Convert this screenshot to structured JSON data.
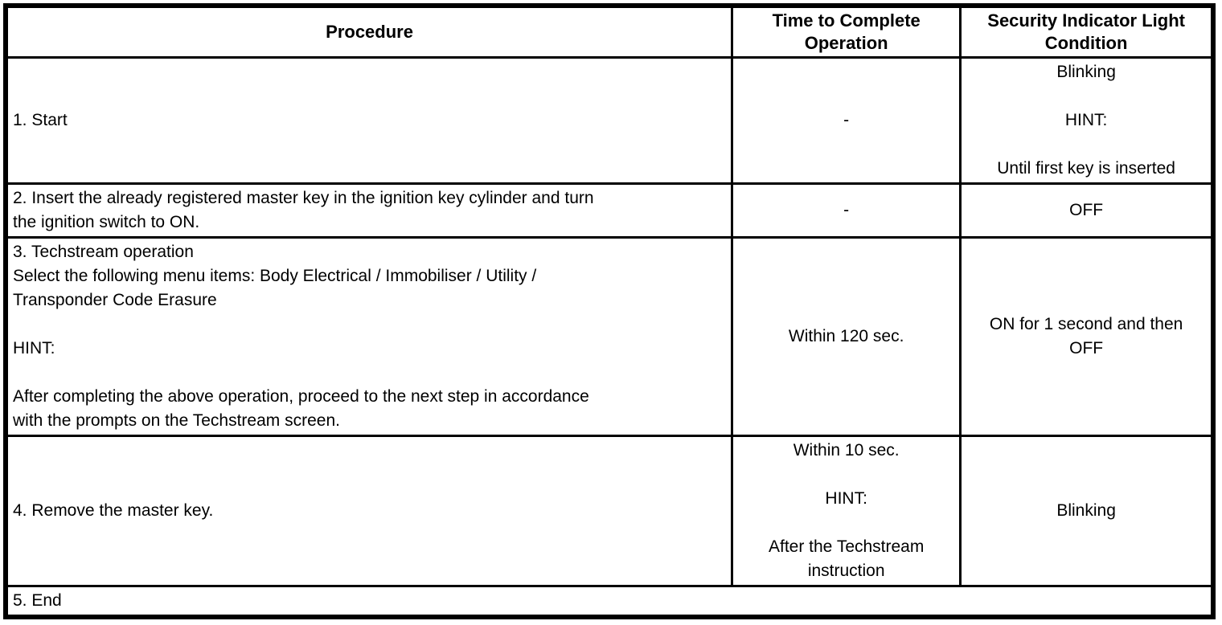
{
  "table": {
    "columns": [
      {
        "label": "Procedure"
      },
      {
        "label": "Time to Complete\nOperation"
      },
      {
        "label": "Security Indicator Light\nCondition"
      }
    ],
    "rows": [
      {
        "procedure": "1. Start",
        "time": "-",
        "light": "Blinking\n\nHINT:\n\nUntil first key is inserted"
      },
      {
        "procedure": "2. Insert the already registered master key in the ignition key cylinder and turn\nthe ignition switch to ON.",
        "time": "-",
        "light": "OFF"
      },
      {
        "procedure": "3. Techstream operation\nSelect the following menu items: Body Electrical / Immobiliser / Utility /\nTransponder Code Erasure\n\nHINT:\n\nAfter completing the above operation, proceed to the next step in accordance\nwith the prompts on the Techstream screen.",
        "time": "Within 120 sec.",
        "light": "ON for 1 second and then\nOFF"
      },
      {
        "procedure": "4. Remove the master key.",
        "time": "Within 10 sec.\n\nHINT:\n\nAfter the Techstream\ninstruction",
        "light": "Blinking"
      },
      {
        "procedure": "5. End"
      }
    ]
  }
}
